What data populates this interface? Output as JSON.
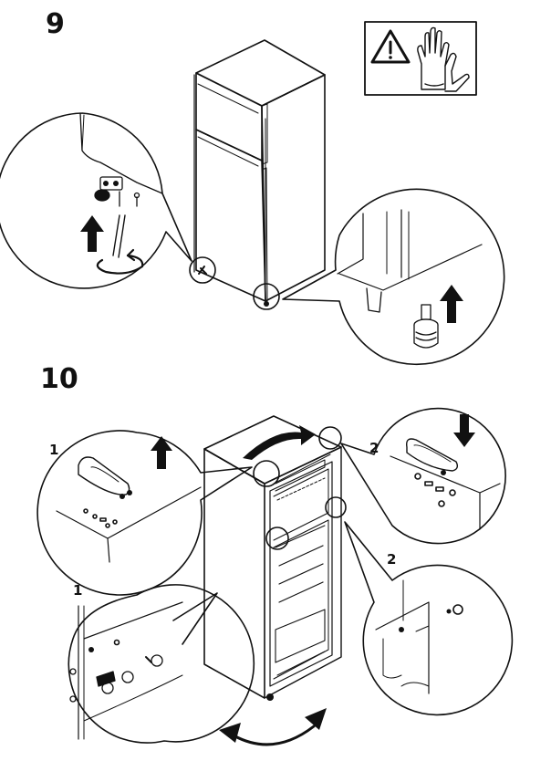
{
  "steps": [
    {
      "number": "9"
    },
    {
      "number": "10"
    }
  ],
  "callouts": {
    "top_left": "1",
    "bottom_left": "1",
    "top_right": "2",
    "middle_right": "2"
  },
  "icons": [
    "warning-triangle-icon",
    "gloves-icon",
    "arrow-up-icon",
    "arrow-down-icon",
    "rotate-icon",
    "swap-arrows-icon"
  ],
  "colors": {
    "ink": "#111111",
    "paper": "#ffffff"
  }
}
